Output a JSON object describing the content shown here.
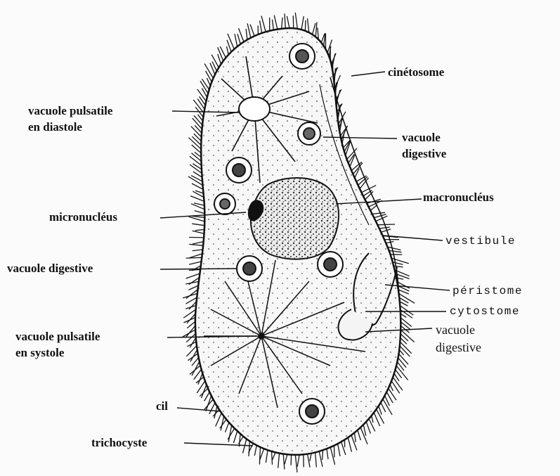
{
  "labels": {
    "cinetosome": "cinétosome",
    "vacuole_pulsatile_diastole_1": "vacuole pulsatile",
    "vacuole_pulsatile_diastole_2": "en diastole",
    "vacuole_digestive_upper_1": "vacuole",
    "vacuole_digestive_upper_2": "digestive",
    "macronucleus": "macronucléus",
    "micronucleus": "micronucléus",
    "vestibule": "vestibule",
    "vacuole_digestive_left": "vacuole digestive",
    "peristome": "péristome",
    "cytostome": "cytostome",
    "vacuole_digestive_lower_1": "vacuole",
    "vacuole_digestive_lower_2": "digestive",
    "vacuole_pulsatile_systole_1": "vacuole pulsatile",
    "vacuole_pulsatile_systole_2": "en systole",
    "cil": "cil",
    "trichocyste": "trichocyste"
  },
  "colors": {
    "ink": "#111111",
    "background": "#fbfbfb",
    "cell": "#f7f7f7",
    "nucleus_fill": "#ececec"
  }
}
